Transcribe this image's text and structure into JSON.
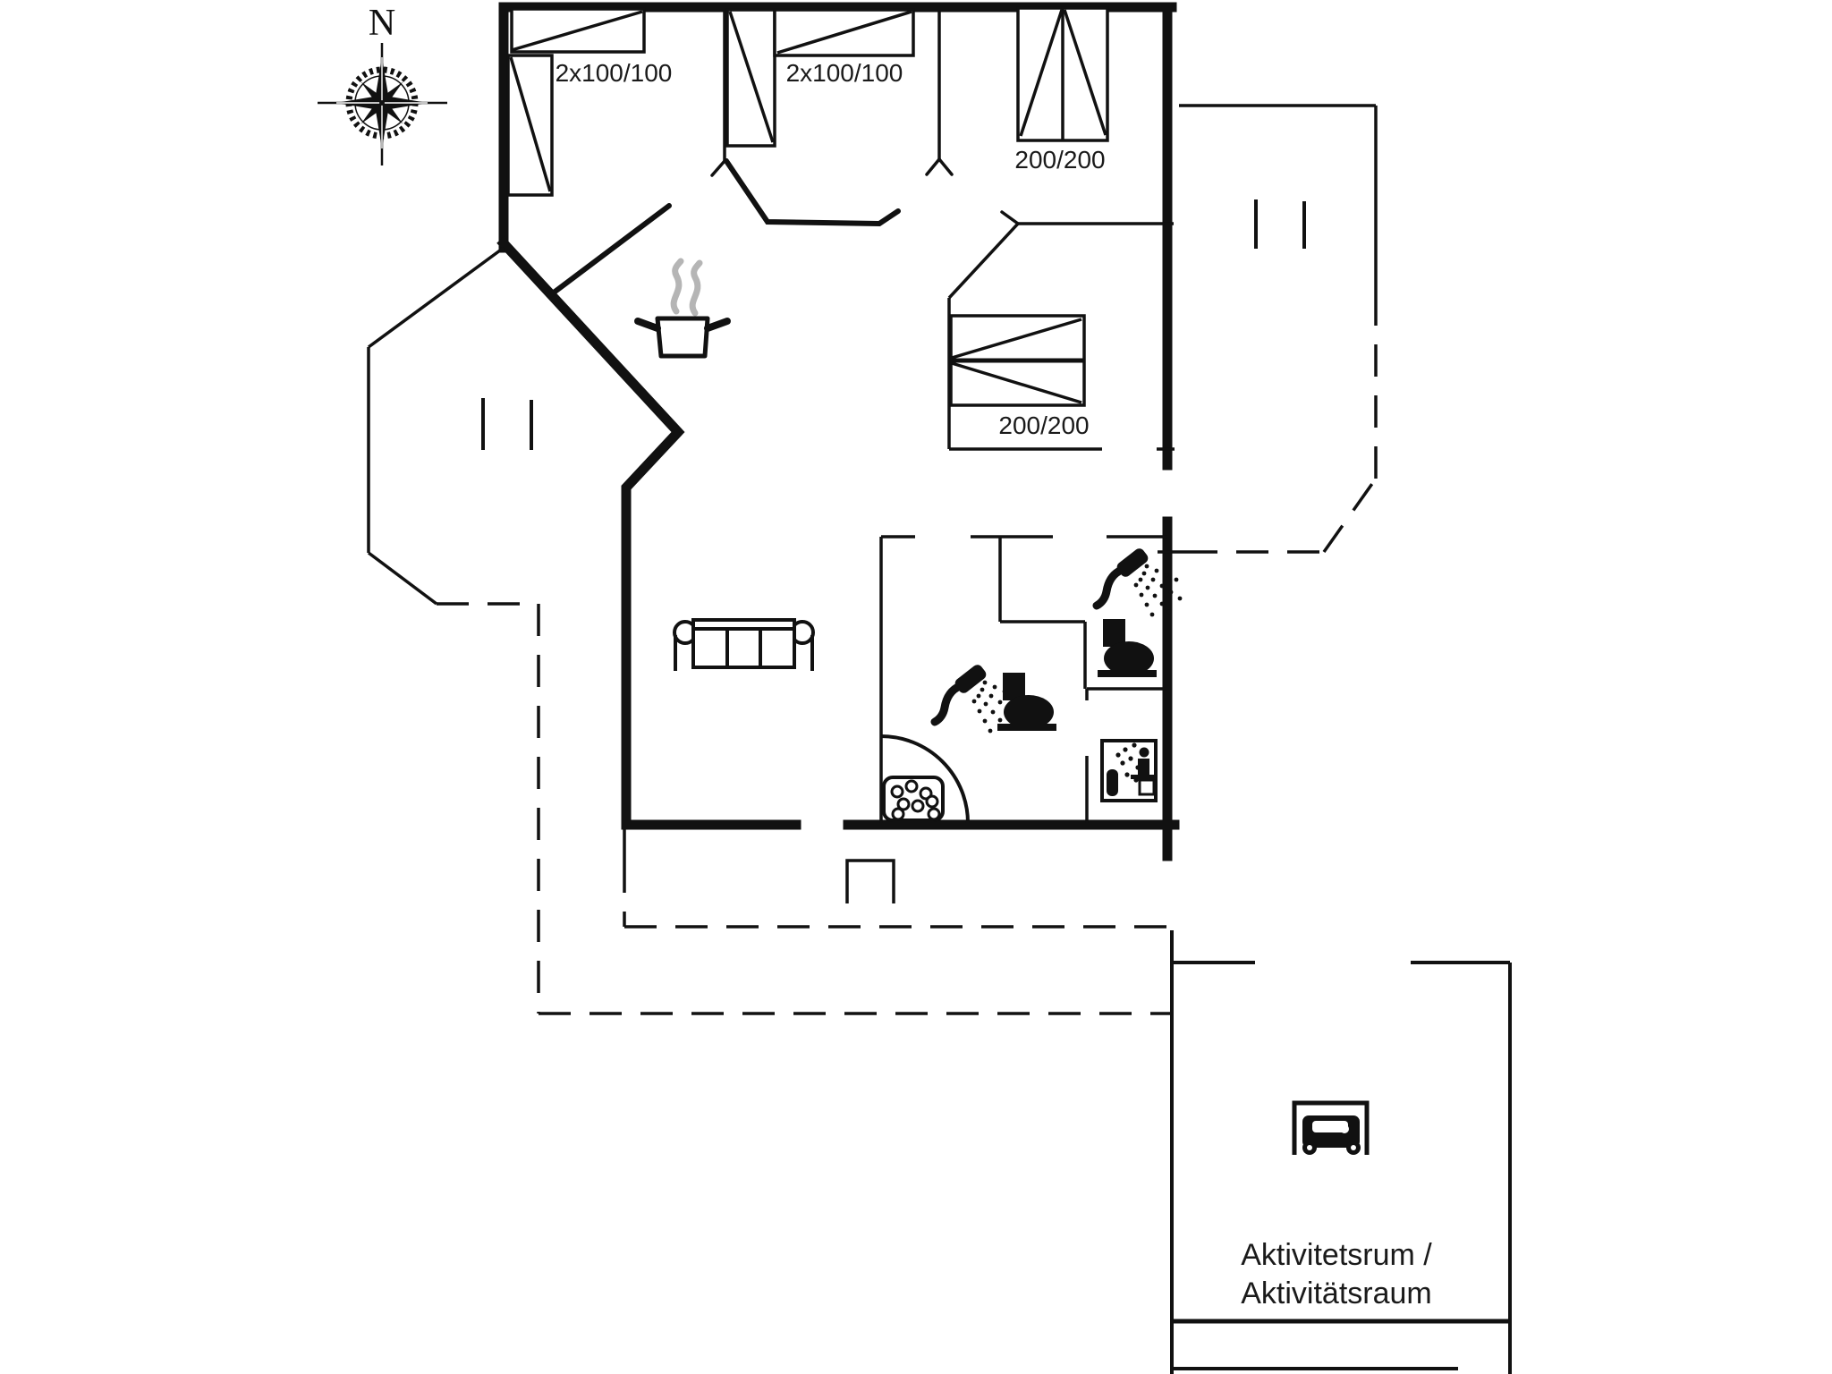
{
  "texts": {
    "labels": {
      "north": "N",
      "bedroom1_beds": "2x100/100",
      "bedroom2_beds": "2x100/100",
      "bedroom3_bed": "200/200",
      "bedroom4_bed": "200/200",
      "activity_line1": "Aktivitetsrum /",
      "activity_line2": "Aktivitätsraum"
    }
  },
  "icons": [
    "compass-rose-icon",
    "single-bed-icon",
    "double-bed-icon",
    "cooking-pot-icon",
    "sofa-icon",
    "shower-icon",
    "toilet-icon",
    "sauna-icon",
    "whirlpool-tub-icon",
    "car-in-garage-icon",
    "window-mark-icon",
    "door-swing-mark-icon"
  ],
  "colors": {
    "line": "#111111",
    "steam": "#b5b5b5",
    "background": "#ffffff",
    "text": "#1a1a1a"
  }
}
